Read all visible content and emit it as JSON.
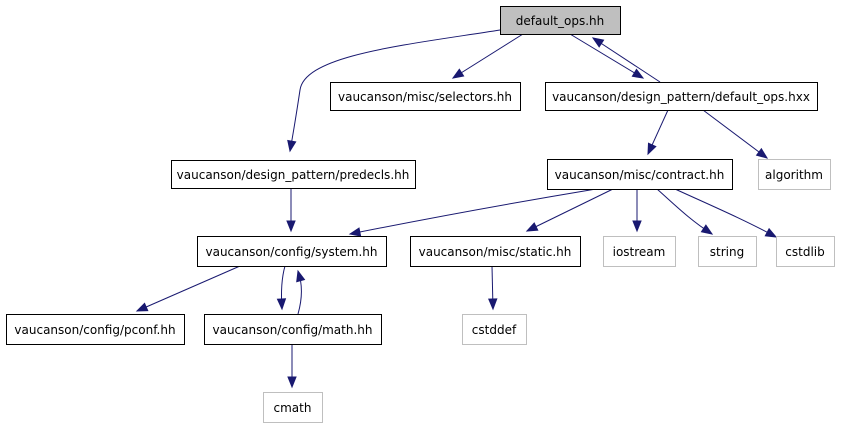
{
  "diagram": {
    "nodes": [
      {
        "id": "default_ops_hh",
        "label": "default_ops.hh",
        "kind": "main"
      },
      {
        "id": "selectors_hh",
        "label": "vaucanson/misc/selectors.hh",
        "kind": "internal"
      },
      {
        "id": "default_ops_hxx",
        "label": "vaucanson/design_pattern/default_ops.hxx",
        "kind": "internal"
      },
      {
        "id": "predecls_hh",
        "label": "vaucanson/design_pattern/predecls.hh",
        "kind": "internal"
      },
      {
        "id": "contract_hh",
        "label": "vaucanson/misc/contract.hh",
        "kind": "internal"
      },
      {
        "id": "algorithm",
        "label": "algorithm",
        "kind": "external"
      },
      {
        "id": "system_hh",
        "label": "vaucanson/config/system.hh",
        "kind": "internal"
      },
      {
        "id": "static_hh",
        "label": "vaucanson/misc/static.hh",
        "kind": "internal"
      },
      {
        "id": "iostream",
        "label": "iostream",
        "kind": "external"
      },
      {
        "id": "string",
        "label": "string",
        "kind": "external"
      },
      {
        "id": "cstdlib",
        "label": "cstdlib",
        "kind": "external"
      },
      {
        "id": "pconf_hh",
        "label": "vaucanson/config/pconf.hh",
        "kind": "internal"
      },
      {
        "id": "math_hh",
        "label": "vaucanson/config/math.hh",
        "kind": "internal"
      },
      {
        "id": "cstddef",
        "label": "cstddef",
        "kind": "external"
      },
      {
        "id": "cmath",
        "label": "cmath",
        "kind": "external"
      }
    ],
    "edges": [
      {
        "from": "default_ops_hh",
        "to": "predecls_hh"
      },
      {
        "from": "default_ops_hh",
        "to": "selectors_hh"
      },
      {
        "from": "default_ops_hh",
        "to": "default_ops_hxx"
      },
      {
        "from": "default_ops_hxx",
        "to": "default_ops_hh"
      },
      {
        "from": "default_ops_hxx",
        "to": "contract_hh"
      },
      {
        "from": "default_ops_hxx",
        "to": "algorithm"
      },
      {
        "from": "predecls_hh",
        "to": "system_hh"
      },
      {
        "from": "contract_hh",
        "to": "system_hh"
      },
      {
        "from": "contract_hh",
        "to": "static_hh"
      },
      {
        "from": "contract_hh",
        "to": "iostream"
      },
      {
        "from": "contract_hh",
        "to": "string"
      },
      {
        "from": "contract_hh",
        "to": "cstdlib"
      },
      {
        "from": "system_hh",
        "to": "pconf_hh"
      },
      {
        "from": "system_hh",
        "to": "math_hh"
      },
      {
        "from": "math_hh",
        "to": "system_hh"
      },
      {
        "from": "static_hh",
        "to": "cstddef"
      },
      {
        "from": "math_hh",
        "to": "cmath"
      }
    ]
  }
}
